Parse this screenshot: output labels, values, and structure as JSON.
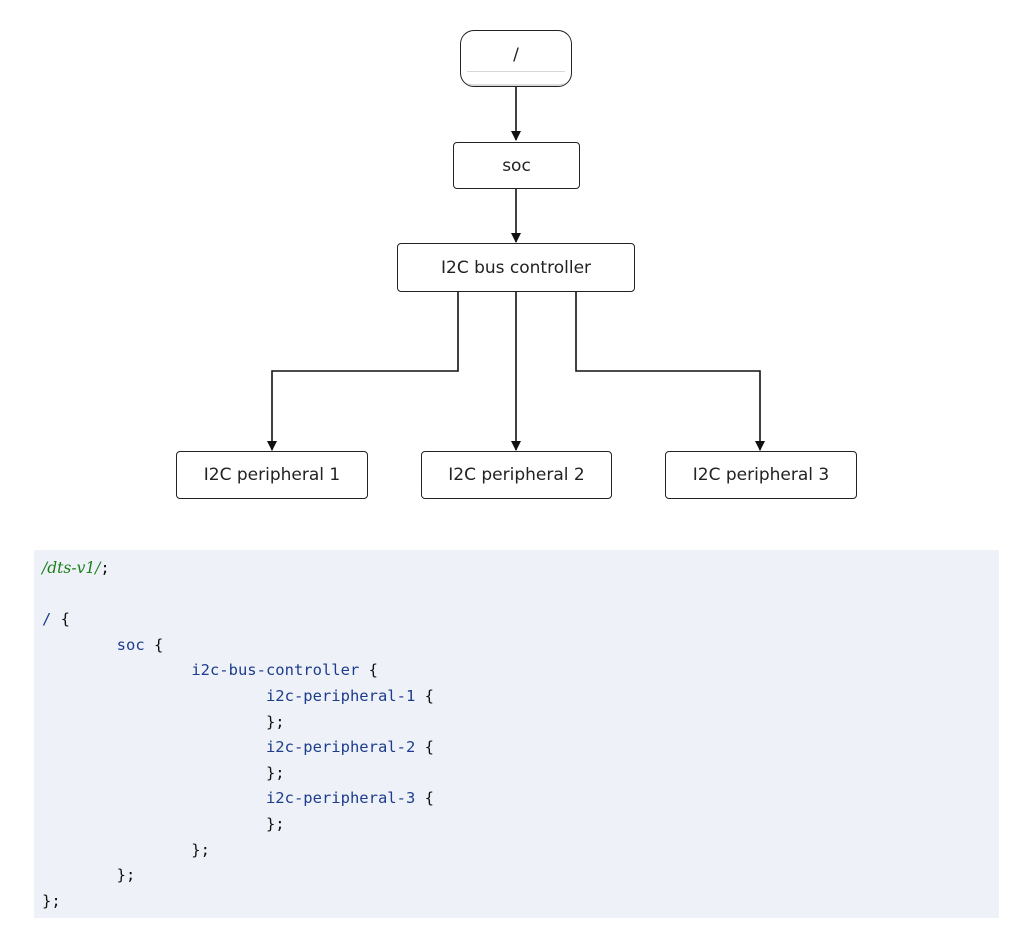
{
  "diagram": {
    "root": "/",
    "soc": "soc",
    "bus_controller": "I2C bus controller",
    "peripherals": [
      "I2C peripheral 1",
      "I2C peripheral 2",
      "I2C peripheral 3"
    ]
  },
  "code": {
    "lines": [
      [
        {
          "t": "/dts-v1/",
          "k": "directive"
        },
        {
          "t": ";",
          "k": "punct"
        }
      ],
      [],
      [
        {
          "t": "/",
          "k": "node"
        },
        {
          "t": " {",
          "k": "punct"
        }
      ],
      [
        {
          "t": "        ",
          "k": "punct"
        },
        {
          "t": "soc",
          "k": "node"
        },
        {
          "t": " {",
          "k": "punct"
        }
      ],
      [
        {
          "t": "                ",
          "k": "punct"
        },
        {
          "t": "i2c-bus-controller",
          "k": "node"
        },
        {
          "t": " {",
          "k": "punct"
        }
      ],
      [
        {
          "t": "                        ",
          "k": "punct"
        },
        {
          "t": "i2c-peripheral-1",
          "k": "node"
        },
        {
          "t": " {",
          "k": "punct"
        }
      ],
      [
        {
          "t": "                        };",
          "k": "punct"
        }
      ],
      [
        {
          "t": "                        ",
          "k": "punct"
        },
        {
          "t": "i2c-peripheral-2",
          "k": "node"
        },
        {
          "t": " {",
          "k": "punct"
        }
      ],
      [
        {
          "t": "                        };",
          "k": "punct"
        }
      ],
      [
        {
          "t": "                        ",
          "k": "punct"
        },
        {
          "t": "i2c-peripheral-3",
          "k": "node"
        },
        {
          "t": " {",
          "k": "punct"
        }
      ],
      [
        {
          "t": "                        };",
          "k": "punct"
        }
      ],
      [
        {
          "t": "                };",
          "k": "punct"
        }
      ],
      [
        {
          "t": "        };",
          "k": "punct"
        }
      ],
      [
        {
          "t": "};",
          "k": "punct"
        }
      ]
    ]
  },
  "colors": {
    "directive": "#1a7f1a",
    "node_name": "#1d3c8c",
    "code_background": "#eef2f8",
    "stroke": "#222222"
  }
}
